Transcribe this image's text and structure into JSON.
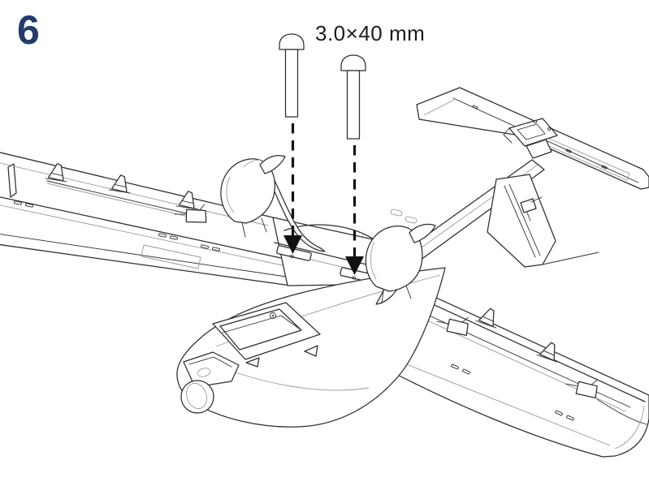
{
  "page": {
    "background": "#ffffff"
  },
  "step": {
    "number": "6"
  },
  "callout": {
    "label": "3.0×40 mm"
  },
  "hardware": {
    "screw_count": 2,
    "screw_spec": "3.0×40 mm"
  },
  "arrows": {
    "count": 2,
    "direction": "down",
    "style": "dashed leader with solid arrowhead"
  },
  "illustration": {
    "subject": "fixed-wing model aircraft, isometric technical line drawing",
    "parts_shown": [
      "left wing with flap hinges and servo",
      "center wing section with two screw holes",
      "right wing with flap hinges and servos",
      "fuselage with top hatch and nose sensor ball",
      "left motor pod with folded propeller",
      "right motor pod with folded propeller",
      "tail boom",
      "horizontal stabilizer with mount",
      "ventral vertical fin with servo"
    ]
  },
  "colors": {
    "step_number": "#243a6b",
    "callout_text": "#1c1c1c",
    "line_art": "#2d2d2d",
    "secondary_lines": "#9a9a9a",
    "arrow_fill": "#111111"
  }
}
